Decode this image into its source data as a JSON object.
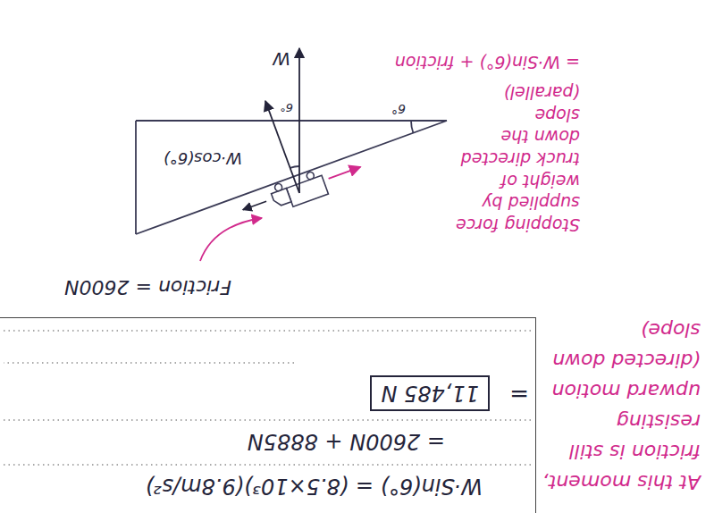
{
  "diagram": {
    "nodes": [
      {
        "text": [
          "W·Sin(6°) = (8.5×10³)(9.8m/s²)",
          "= 2600N + 8885N"
        ]
      },
      {
        "text": [
          "11,485 N"
        ],
        "in": 0
      }
    ],
    "labels": [
      "At this moment, friction is still resisting upward motion (directed down slope)",
      "Stopping force supplied by weight of truck directed down the slope (parallel)",
      "= W·Sin(6°) + friction",
      "Friction = 2600N",
      "W",
      "W·cos(6°)",
      "6°",
      "6°",
      "="
    ]
  }
}
